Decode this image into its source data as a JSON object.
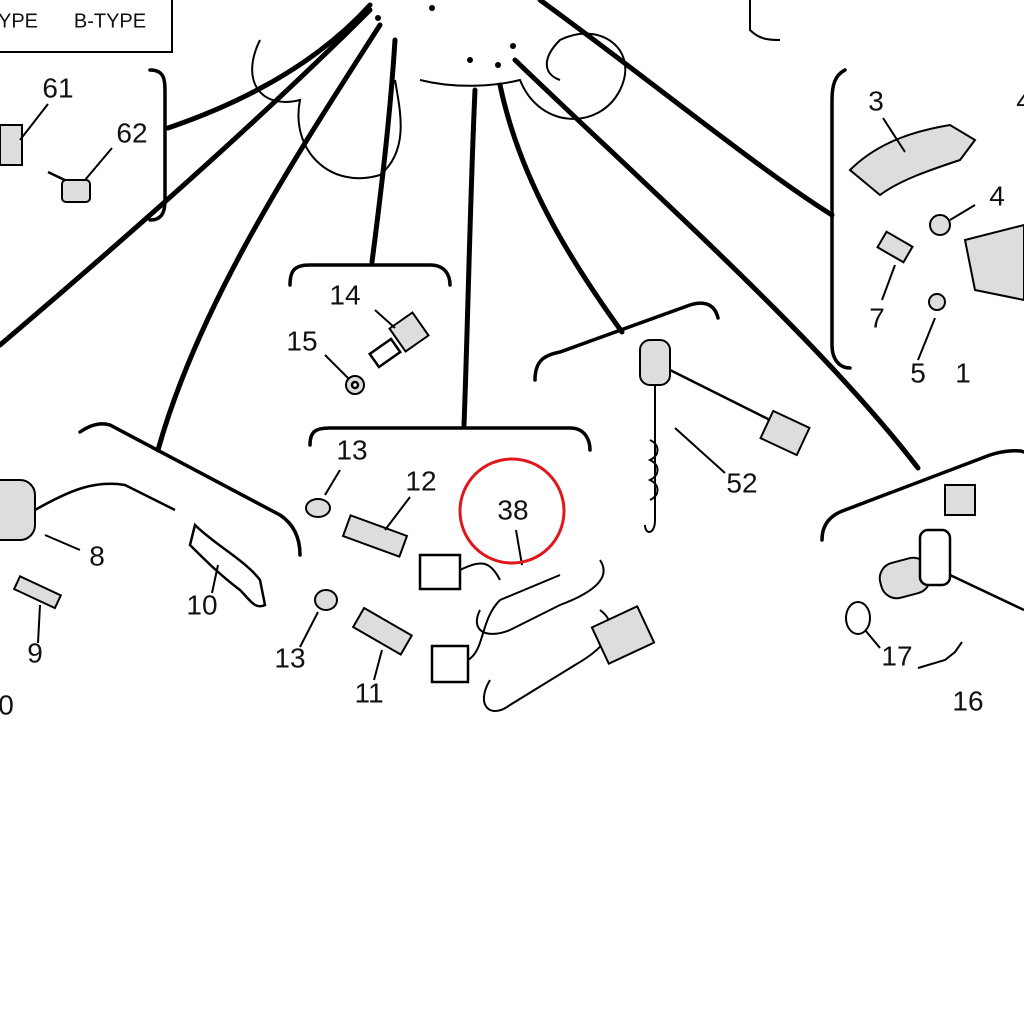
{
  "legend_box": {
    "a_type": "YPE",
    "b_type": "B-TYPE"
  },
  "callouts": {
    "p61": "61",
    "p62": "62",
    "p3": "3",
    "p4_top": "4",
    "p4": "4",
    "p7": "7",
    "p5": "5",
    "p1": "1",
    "p14": "14",
    "p15": "15",
    "p13_top": "13",
    "p12": "12",
    "p38": "38",
    "p52": "52",
    "p8": "8",
    "p9": "9",
    "p10": "10",
    "p13_bottom": "13",
    "p11": "11",
    "p17": "17",
    "p16": "16",
    "p0": "0"
  },
  "highlight": {
    "part": "38",
    "color": "#e0161b"
  }
}
